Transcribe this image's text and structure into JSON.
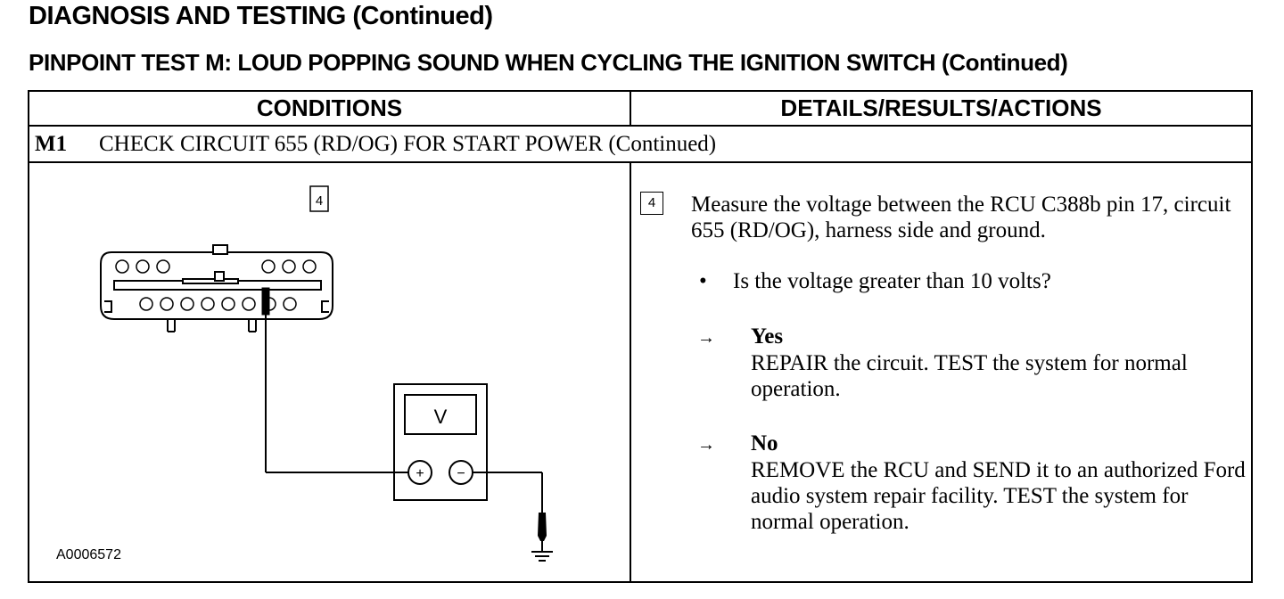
{
  "page": {
    "heading": "DIAGNOSIS AND TESTING (Continued)",
    "subheading": "PINPOINT TEST M:  LOUD POPPING SOUND WHEN CYCLING THE IGNITION SWITCH (Continued)"
  },
  "table": {
    "col_conditions": "CONDITIONS",
    "col_details": "DETAILS/RESULTS/ACTIONS",
    "step": {
      "id": "M1",
      "title": "CHECK CIRCUIT 655 (RD/OG) FOR START POWER (Continued)"
    },
    "diagram": {
      "step_number": "4",
      "meter_label": "V",
      "plus_label": "+",
      "minus_label": "−",
      "figure_id": "A0006572"
    },
    "details": {
      "step_number": "4",
      "measure_text": "Measure the voltage between the RCU C388b pin 17, circuit 655 (RD/OG), harness side and ground.",
      "bullet": "•",
      "question": "Is the voltage greater than 10 volts?",
      "arrow": "→",
      "yes_label": "Yes",
      "yes_action": "REPAIR the circuit. TEST the system for normal operation.",
      "no_label": "No",
      "no_action": "REMOVE the RCU and SEND it to an authorized Ford audio system repair facility. TEST the system for normal operation."
    }
  }
}
